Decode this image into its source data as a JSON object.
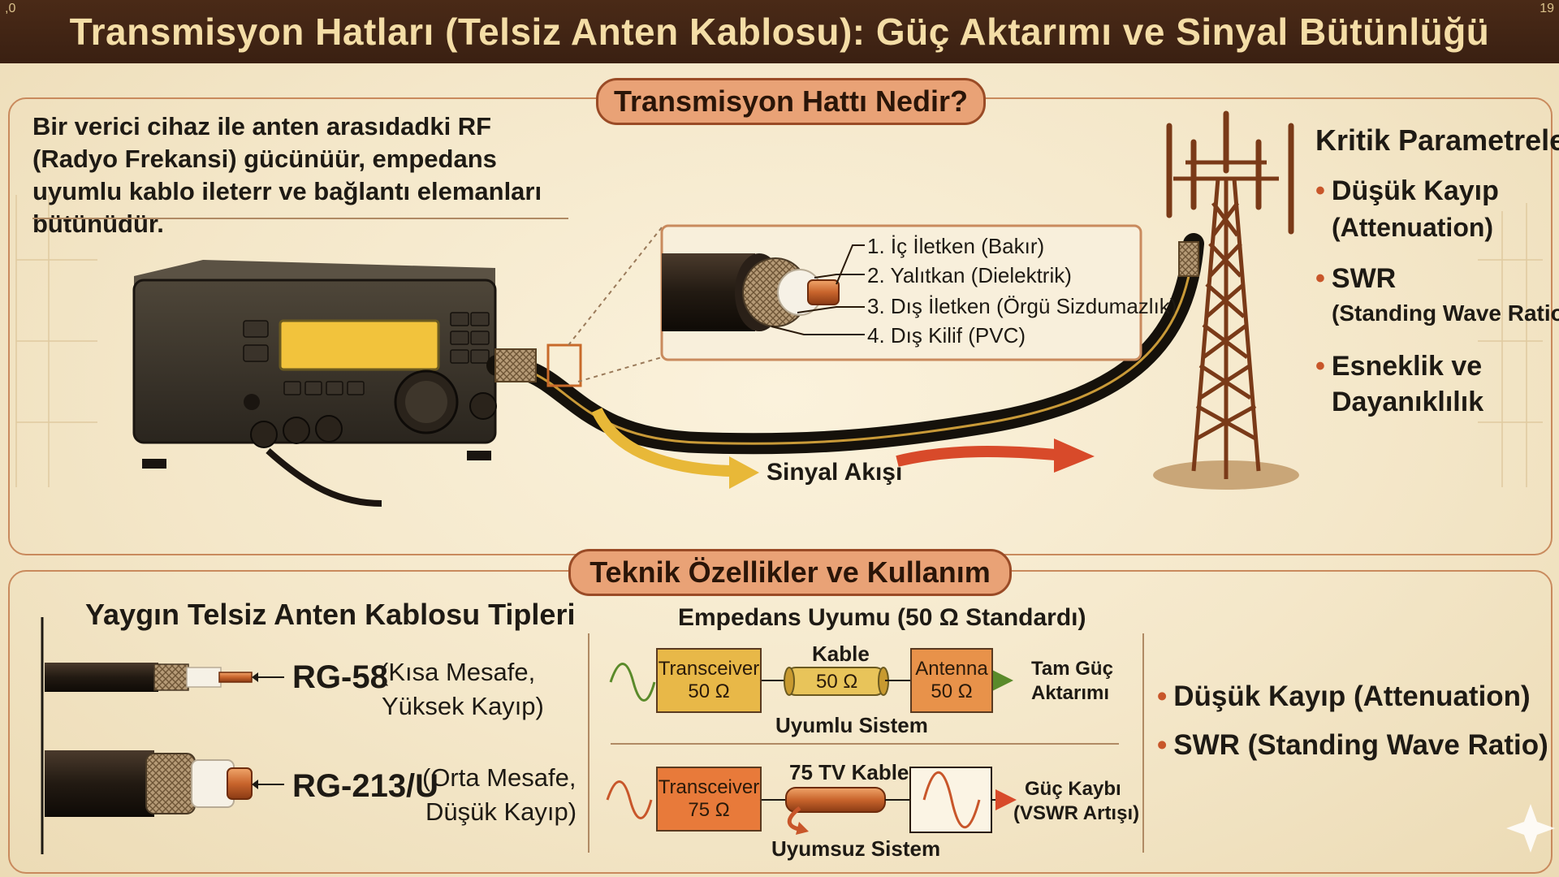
{
  "title": "Transmisyon Hatları (Telsiz Anten Kablosu): Güç Aktarımı ve Sinyal Bütünlüğü",
  "corner_left": ",0",
  "corner_right": "19",
  "section1": {
    "heading": "Transmisyon Hattı Nedir?",
    "description": "Bir verici cihaz ile anten arasıdadki RF (Radyo Frekansi) gücünüür, empedans uyumlu kablo ileterr ve bağlantı elemanları bütünüdür.",
    "cable_layers": [
      "1. İç İletken (Bakır)",
      "2. Yalıtkan (Dielektrik)",
      "3. Dış İletken (Örgü Sizdumazlık)",
      "4. Dış Kilif (PVC)"
    ],
    "signal_flow": "Sinyal Akışı",
    "critical": {
      "heading": "Kritik Parametreler",
      "items": [
        {
          "main": "Düşük Kayıp",
          "sub": "(Attenuation)"
        },
        {
          "main": "SWR",
          "sub": "(Standing Wave Ratio)"
        },
        {
          "main": "Esneklik ve",
          "sub": "Dayanıklılık"
        }
      ]
    }
  },
  "section2": {
    "heading": "Teknik Özellikler ve Kullanım",
    "cable_types": {
      "heading": "Yaygın Telsiz Anten Kablosu Tipleri",
      "items": [
        {
          "name": "RG-58",
          "desc1": "(Kısa Mesafe,",
          "desc2": "Yüksek Kayıp)"
        },
        {
          "name": "RG-213/U",
          "desc1": "(Orta Mesafe,",
          "desc2": "Düşük Kayıp)"
        }
      ]
    },
    "impedance": {
      "heading": "Empedans Uyumu (50 Ω Standardı)",
      "matched": {
        "transceiver": "Transceiver",
        "transceiver_value": "50 Ω",
        "cable_label": "Kable",
        "cable_value": "50 Ω",
        "antenna": "Antenna",
        "antenna_value": "50 Ω",
        "result1": "Tam Güç",
        "result2": "Aktarımı",
        "caption": "Uyumlu Sistem"
      },
      "mismatched": {
        "transceiver": "Transceiver",
        "transceiver_value": "75 Ω",
        "cable_label": "75 TV Kable",
        "result1": "Güç Kaybı",
        "result2": "(VSWR Artışı)",
        "caption": "Uyumsuz Sistem"
      }
    },
    "summary": [
      "Düşük Kayıp (Attenuation)",
      "SWR (Standing Wave Ratio)"
    ]
  },
  "colors": {
    "title_bg": "#3f2414",
    "title_text": "#f4dda6",
    "pill_fill": "#e9a276",
    "accent": "#c8562a",
    "yellow_arrow": "#e8b838",
    "red_arrow": "#d84a2a"
  }
}
